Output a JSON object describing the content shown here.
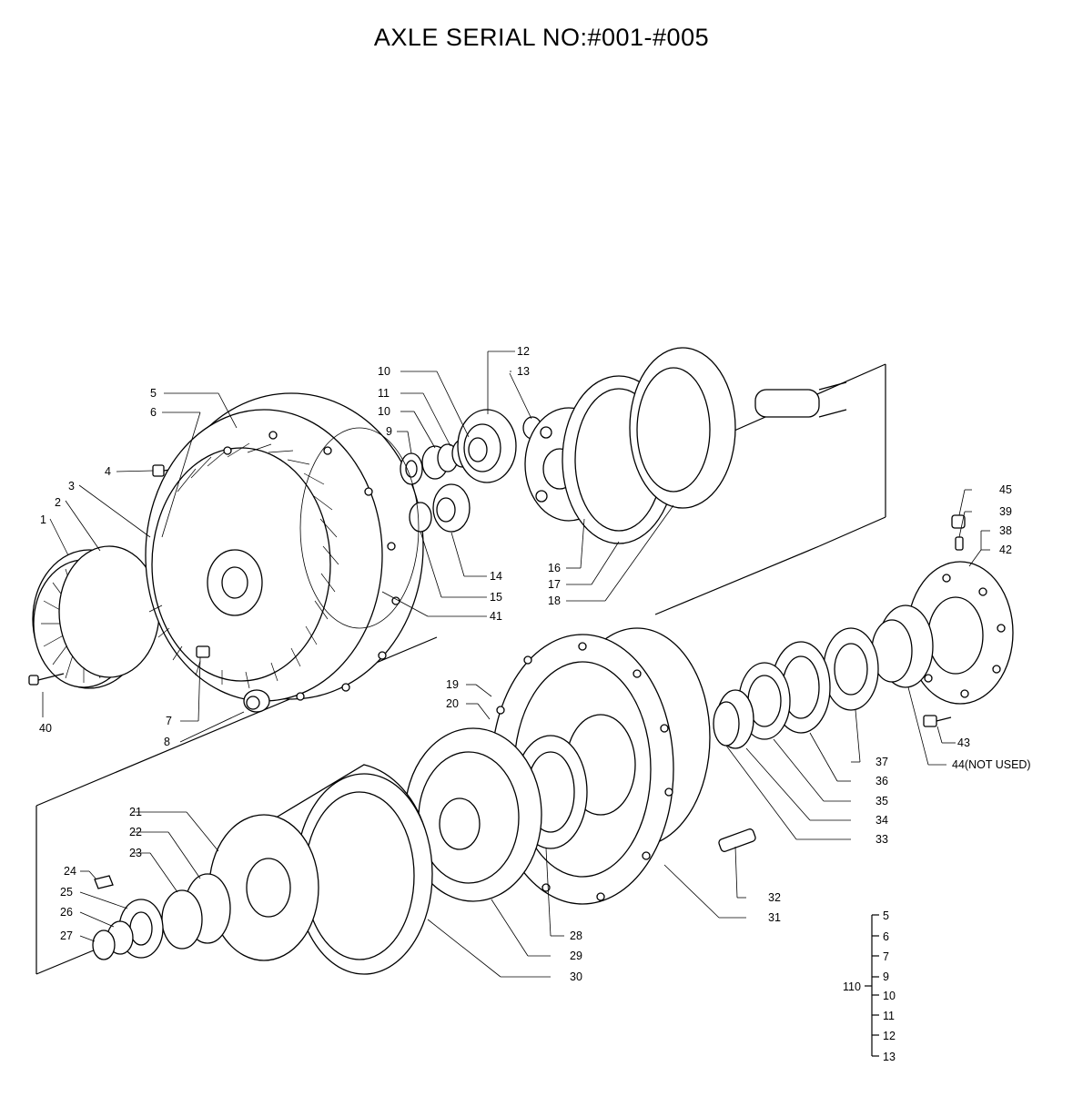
{
  "title": "AXLE SERIAL NO:#001-#005",
  "callouts": [
    {
      "id": "c1",
      "text": "1"
    },
    {
      "id": "c2",
      "text": "2"
    },
    {
      "id": "c3",
      "text": "3"
    },
    {
      "id": "c4",
      "text": "4"
    },
    {
      "id": "c5",
      "text": "5"
    },
    {
      "id": "c6",
      "text": "6"
    },
    {
      "id": "c7",
      "text": "7"
    },
    {
      "id": "c8",
      "text": "8"
    },
    {
      "id": "c9",
      "text": "9"
    },
    {
      "id": "c10a",
      "text": "10"
    },
    {
      "id": "c11",
      "text": "11"
    },
    {
      "id": "c10b",
      "text": "10"
    },
    {
      "id": "c12",
      "text": "12"
    },
    {
      "id": "c13",
      "text": "13"
    },
    {
      "id": "c14",
      "text": "14"
    },
    {
      "id": "c15",
      "text": "15"
    },
    {
      "id": "c16",
      "text": "16"
    },
    {
      "id": "c17",
      "text": "17"
    },
    {
      "id": "c18",
      "text": "18"
    },
    {
      "id": "c19",
      "text": "19"
    },
    {
      "id": "c20",
      "text": "20"
    },
    {
      "id": "c21",
      "text": "21"
    },
    {
      "id": "c22",
      "text": "22"
    },
    {
      "id": "c23",
      "text": "23"
    },
    {
      "id": "c24",
      "text": "24"
    },
    {
      "id": "c25",
      "text": "25"
    },
    {
      "id": "c26",
      "text": "26"
    },
    {
      "id": "c27",
      "text": "27"
    },
    {
      "id": "c28",
      "text": "28"
    },
    {
      "id": "c29",
      "text": "29"
    },
    {
      "id": "c30",
      "text": "30"
    },
    {
      "id": "c31",
      "text": "31"
    },
    {
      "id": "c32",
      "text": "32"
    },
    {
      "id": "c33",
      "text": "33"
    },
    {
      "id": "c34",
      "text": "34"
    },
    {
      "id": "c35",
      "text": "35"
    },
    {
      "id": "c36",
      "text": "36"
    },
    {
      "id": "c37",
      "text": "37"
    },
    {
      "id": "c38",
      "text": "38"
    },
    {
      "id": "c39",
      "text": "39"
    },
    {
      "id": "c40",
      "text": "40"
    },
    {
      "id": "c41",
      "text": "41"
    },
    {
      "id": "c42",
      "text": "42"
    },
    {
      "id": "c43",
      "text": "43"
    },
    {
      "id": "c44",
      "text": "44(NOT USED)"
    },
    {
      "id": "c45",
      "text": "45"
    }
  ],
  "kit": {
    "label": "110",
    "items": [
      "5",
      "6",
      "7",
      "9",
      "10",
      "11",
      "12",
      "13"
    ]
  }
}
